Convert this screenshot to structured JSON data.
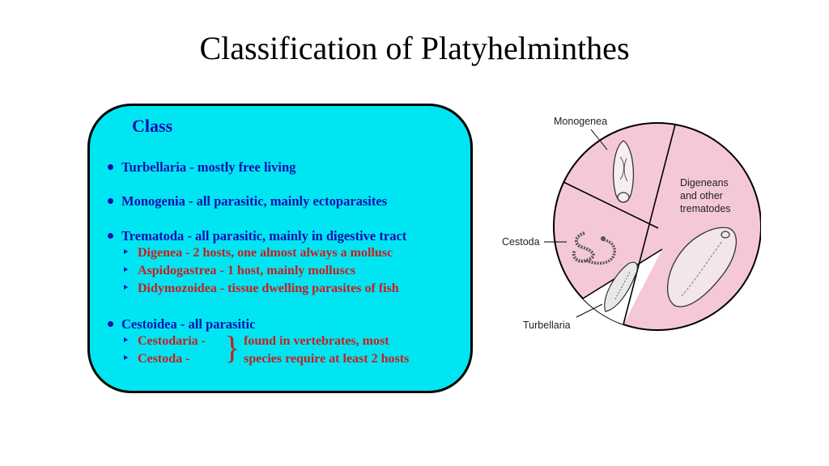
{
  "title": "Classification of Platyhelminthes",
  "class_box": {
    "heading": "Class",
    "items": [
      {
        "label": "Turbellaria - mostly free living",
        "subitems": []
      },
      {
        "label": "Monogenia - all parasitic, mainly ectoparasites",
        "subitems": []
      },
      {
        "label": "Trematoda - all parasitic, mainly in digestive tract",
        "subitems": [
          "Digenea - 2 hosts, one almost always a mollusc",
          "Aspidogastrea - 1 host, mainly molluscs",
          "Didymozoidea - tissue dwelling parasites of fish"
        ]
      },
      {
        "label": "Cestoidea - all parasitic",
        "subitems": [
          "Cestodaria -",
          "Cestoda -"
        ],
        "note_lines": [
          "found in vertebrates, most",
          "species require at least 2 hosts"
        ]
      }
    ]
  },
  "diagram": {
    "labels": {
      "monogenea": "Monogenea",
      "digeneans_1": "Digeneans",
      "digeneans_2": "and other",
      "digeneans_3": "trematodes",
      "cestoda": "Cestoda",
      "turbellaria": "Turbellaria"
    },
    "colors": {
      "fill": "#f5c8d8",
      "turbellaria_fill": "#ffffff",
      "line": "#000000"
    }
  }
}
